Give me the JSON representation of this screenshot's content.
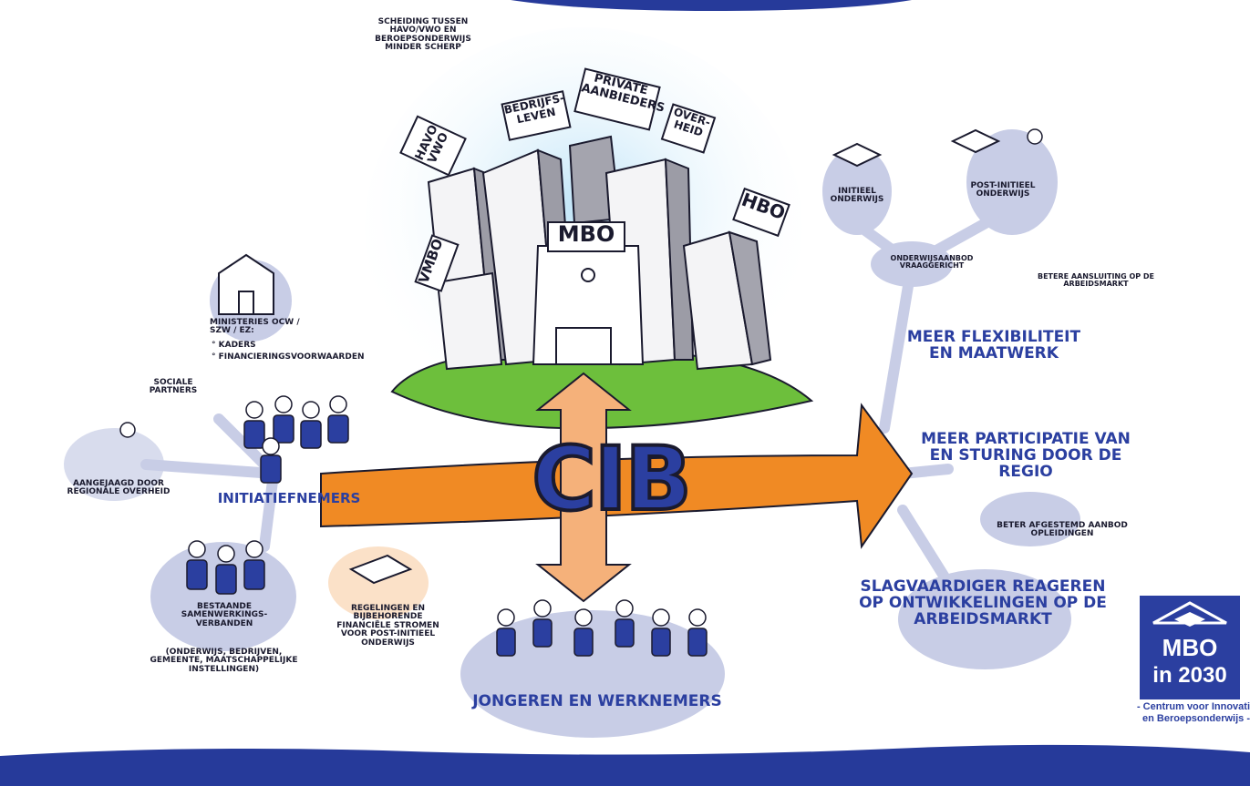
{
  "center": {
    "title": "CIB",
    "building_label": "MBO"
  },
  "signs": {
    "havo_vwo": "HAVO VWO",
    "bedrijfsleven": "BEDRIJFS-LEVEN",
    "private_aanbieders": "PRIVATE AANBIEDERS",
    "overheid": "OVER-HEID",
    "hbo": "HBO",
    "vmbo": "VMBO"
  },
  "top_note": "SCHEIDING TUSSEN HAVO/VWO EN BEROEPSONDERWIJS MINDER SCHERP",
  "left": {
    "ministeries": "MINISTERIES OCW / SZW / EZ:",
    "ministeries_items": [
      "° KADERS",
      "° FINANCIERINGSVOORWAARDEN"
    ],
    "sociale_partners": "SOCIALE PARTNERS",
    "aangejaagd": "AANGEJAAGD DOOR REGIONALE OVERHEID",
    "initiatiefnemers": "INITIATIEFNEMERS",
    "bestaande": "BESTAANDE SAMENWERKINGS-VERBANDEN",
    "bestaande_detail": "(ONDERWIJS, BEDRIJVEN, GEMEENTE, MAATSCHAPPELIJKE INSTELLINGEN)",
    "regelingen": "REGELINGEN EN BIJBEHORENDE FINANCIËLE STROMEN VOOR POST-INITIEEL ONDERWIJS"
  },
  "bottom": {
    "jongeren": "JONGEREN EN WERKNEMERS"
  },
  "right": {
    "initieel": "INITIEEL ONDERWIJS",
    "post_initieel": "POST-INITIEEL ONDERWIJS",
    "vraaggericht": "ONDERWIJSAANBOD VRAAGGERICHT",
    "aansluiting": "BETERE AANSLUITING OP DE ARBEIDSMARKT",
    "flexibiliteit": "MEER FLEXIBILITEIT EN MAATWERK",
    "participatie": "MEER PARTICIPATIE VAN EN STURING DOOR DE REGIO",
    "afgestemd": "BETER AFGESTEMD AANBOD OPLEIDINGEN",
    "slagvaardiger": "SLAGVAARDIGER REAGEREN OP ONTWIKKELINGEN OP DE ARBEIDSMARKT"
  },
  "logo": {
    "line1": "MBO",
    "line2": "in 2030",
    "sub1": "- Centrum voor Innovati",
    "sub2": "en Beroepsonderwijs -"
  },
  "colors": {
    "blue": "#2b3fa0",
    "orange": "#f08a24",
    "green": "#6dbf3c",
    "bubble": "#c8cde6",
    "sky": "#a9d8f2",
    "band": "#263a9a"
  }
}
